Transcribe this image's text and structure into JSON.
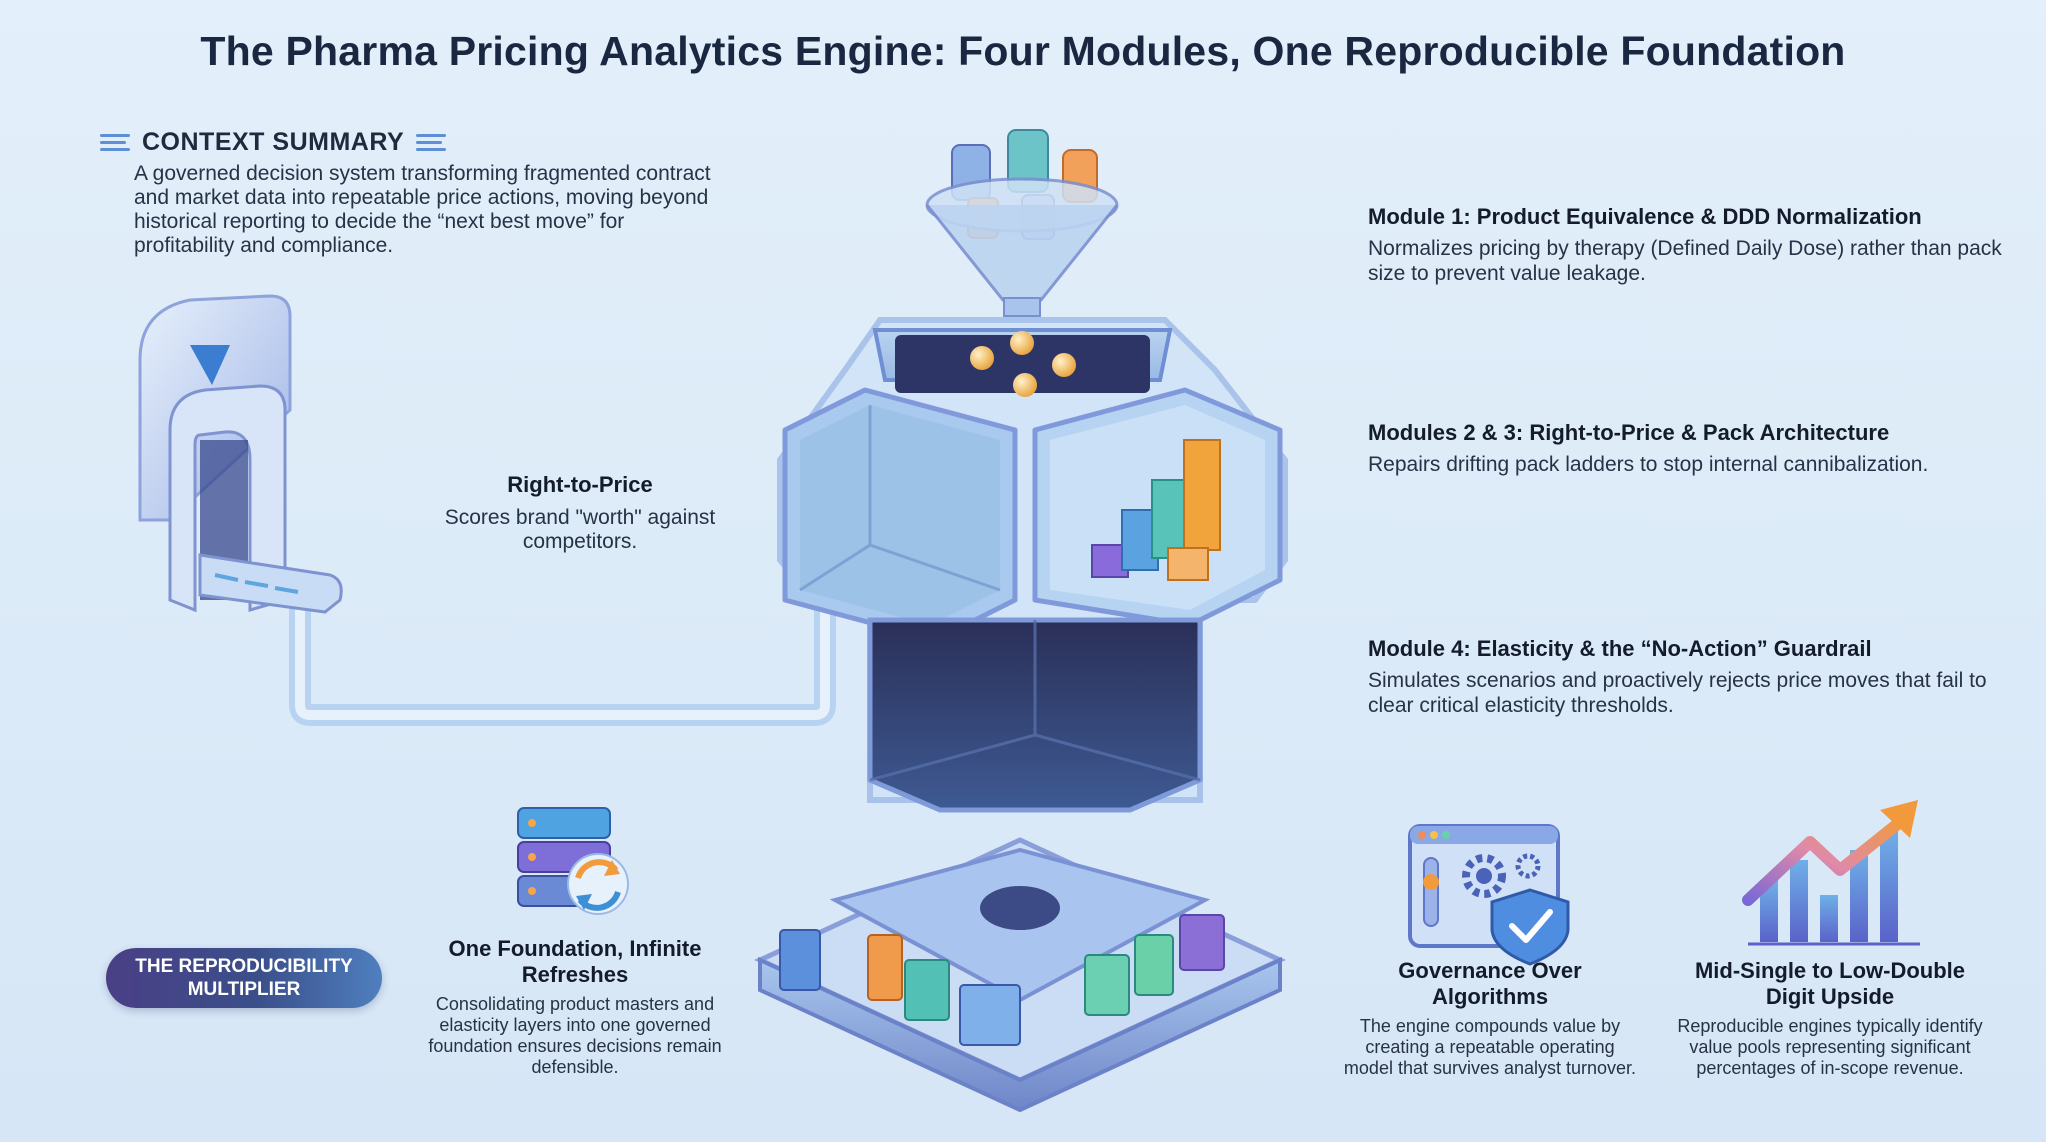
{
  "title": "The Pharma Pricing Analytics Engine: Four Modules, One Reproducible Foundation",
  "context": {
    "heading": "CONTEXT SUMMARY",
    "body": "A governed decision system transforming fragmented contract and market data into repeatable price actions, moving beyond historical reporting to decide the “next best move” for profitability and compliance."
  },
  "right_to_price": {
    "title": "Right-to-Price",
    "body": "Scores brand \"worth\" against competitors."
  },
  "modules": [
    {
      "title": "Module 1: Product Equivalence & DDD Normalization",
      "body": "Normalizes pricing by therapy (Defined Daily Dose) rather than pack size to prevent value leakage."
    },
    {
      "title": "Modules 2 & 3: Right-to-Price & Pack Architecture",
      "body": "Repairs drifting pack ladders to stop internal cannibalization."
    },
    {
      "title": "Module 4: Elasticity & the “No-Action” Guardrail",
      "body": "Simulates scenarios and proactively rejects price moves that fail to clear critical elasticity thresholds."
    }
  ],
  "multiplier_pill": {
    "line1": "THE REPRODUCIBILITY",
    "line2": "MULTIPLIER"
  },
  "foundation": {
    "title": "One Foundation, Infinite Refreshes",
    "body": "Consolidating product masters and elasticity layers into one governed foundation ensures decisions remain defensible."
  },
  "governance": {
    "title": "Governance Over Algorithms",
    "body": "The engine compounds value by creating a repeatable operating model that survives analyst turnover."
  },
  "upside": {
    "title": "Mid-Single to Low-Double Digit Upside",
    "body": "Reproducible engines typically identify value pools representing significant percentages of in-scope revenue."
  },
  "icons": {
    "funnel": "funnel-icon",
    "gate": "scanner-gate-icon",
    "database": "database-refresh-icon",
    "governance": "settings-shield-window-icon",
    "growth": "growth-chart-arrow-icon"
  },
  "colors": {
    "accent_blue": "#5d8fd6",
    "pill_purple": "#4a3f86",
    "orange": "#f0953a",
    "teal": "#45c1b8"
  }
}
